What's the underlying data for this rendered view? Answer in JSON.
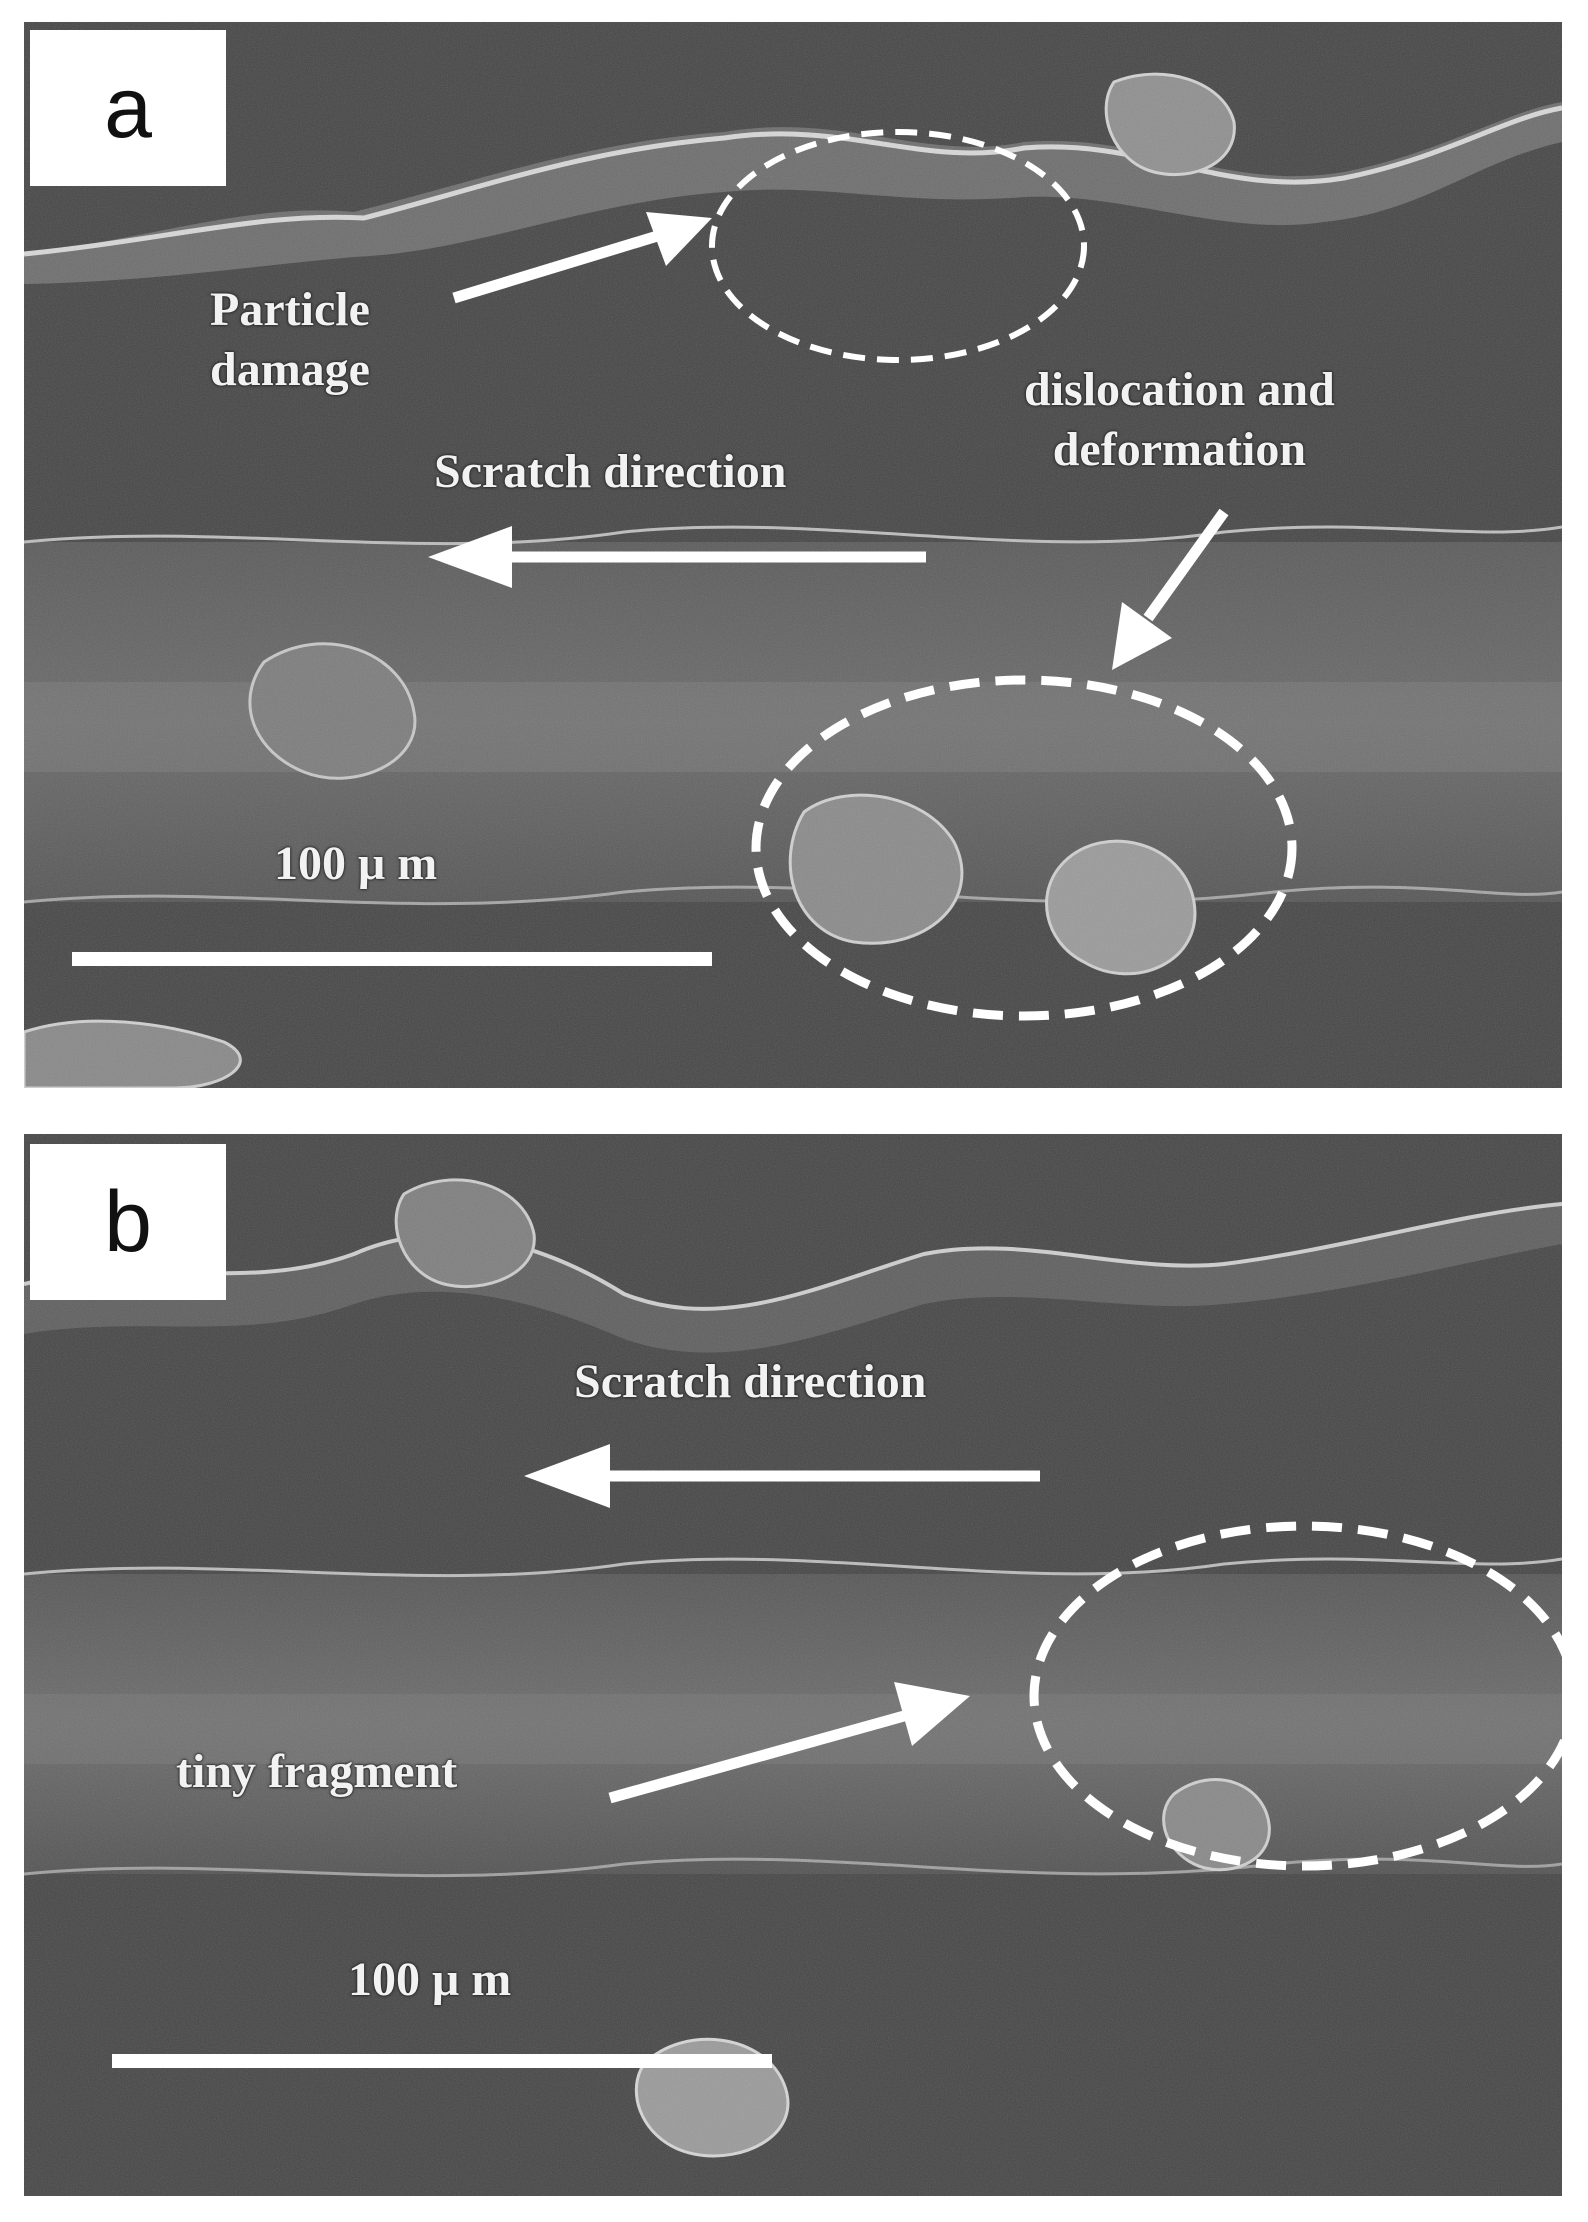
{
  "panel_a": {
    "letter": "a",
    "particle_damage_line1": "Particle",
    "particle_damage_line2": "damage",
    "dislocation_line1": "dislocation and",
    "dislocation_line2": "deformation",
    "scratch_direction": "Scratch direction",
    "scale_label": "100 μ m"
  },
  "panel_b": {
    "letter": "b",
    "scratch_direction": "Scratch direction",
    "tiny_fragment": "tiny fragment",
    "scale_label": "100 μ m"
  }
}
